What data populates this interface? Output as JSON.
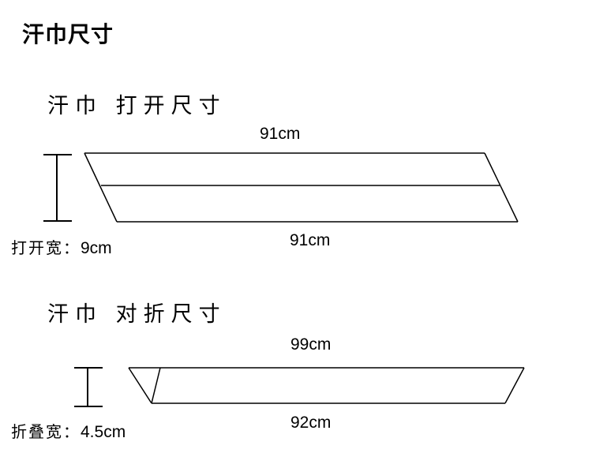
{
  "title": "汗巾尺寸",
  "sections": [
    {
      "title": "汗巾  打开尺寸",
      "top_length": "91cm",
      "bottom_length": "91cm",
      "width_label": "打开宽：",
      "width_value": "9cm"
    },
    {
      "title": "汗巾  对折尺寸",
      "top_length": "99cm",
      "bottom_length": "92cm",
      "width_label": "折叠宽：",
      "width_value": "4.5cm"
    }
  ],
  "colors": {
    "line": "#000000",
    "background": "#ffffff"
  }
}
